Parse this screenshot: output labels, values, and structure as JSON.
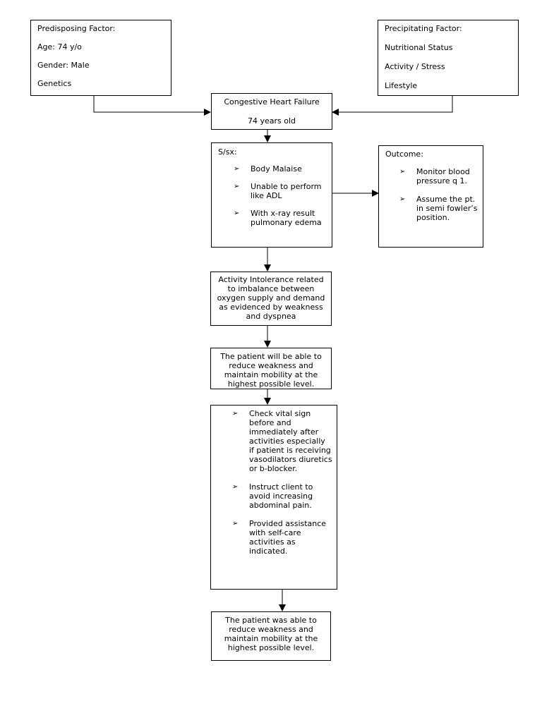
{
  "predisposing": {
    "title": "Predisposing Factor:",
    "lines": [
      "Age: 74 y/o",
      "Gender: Male",
      "Genetics"
    ]
  },
  "precipitating": {
    "title": "Precipitating Factor:",
    "lines": [
      "Nutritional Status",
      "Activity / Stress",
      "Lifestyle"
    ]
  },
  "diagnosis": {
    "title": "Congestive Heart Failure",
    "subtitle": "74 years old"
  },
  "signs": {
    "title": "S/sx:",
    "items": [
      "Body Malaise",
      "Unable to perform like ADL",
      "With x-ray result pulmonary edema"
    ]
  },
  "outcome": {
    "title": "Outcome:",
    "items": [
      "Monitor blood pressure q 1.",
      "Assume the pt. in semi fowler’s position."
    ]
  },
  "nursing_diagnosis": "Activity Intolerance related to imbalance between oxygen supply and demand as evidenced by weakness and dyspnea",
  "goal": "The patient will be able to reduce weakness and maintain mobility at the highest possible level.",
  "interventions": {
    "items": [
      "Check vital sign before and immediately after activities especially if patient is receiving vasodilators diuretics or b-blocker.",
      "Instruct client to avoid increasing abdominal pain.",
      "Provided assistance with self-care activities as indicated."
    ]
  },
  "evaluation": "The patient was able to reduce weakness and maintain mobility at the highest possible level.",
  "bullet_glyph": "➢"
}
